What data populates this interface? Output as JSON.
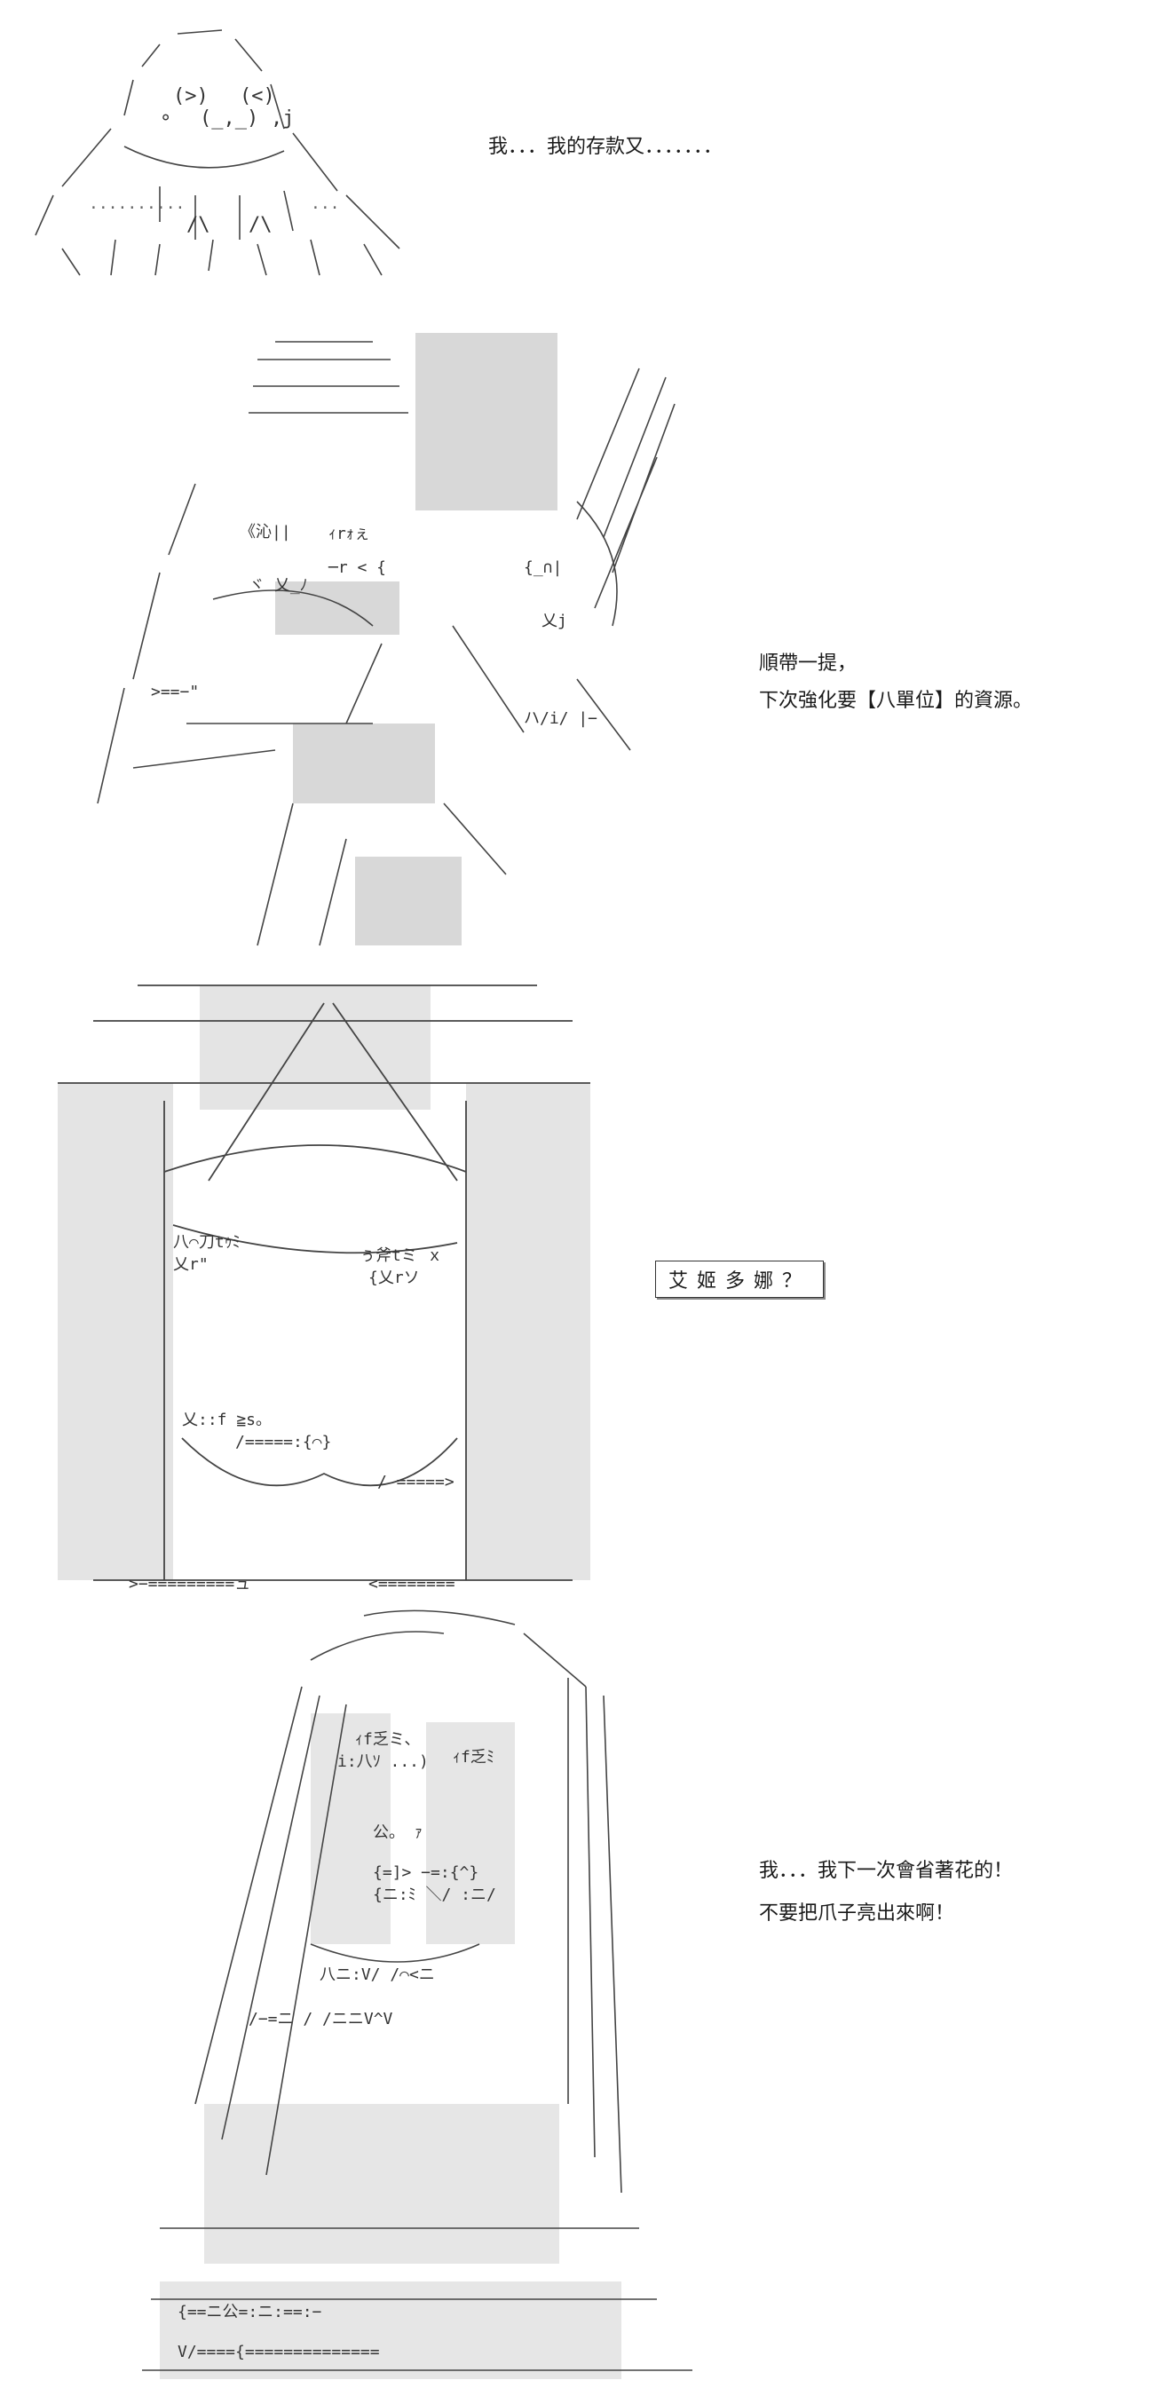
{
  "panels": [
    {
      "art_icon": "puppy-character-ascii-art-icon",
      "lines": [
        "我．．．我的存款又．．．．．．．"
      ]
    },
    {
      "art_icon": "armored-character-with-stack-ascii-art-icon",
      "lines": [
        "順帶一提，",
        "下次強化要【八單位】的資源。"
      ]
    },
    {
      "art_icon": "hooded-character-ascii-art-icon",
      "boxed_text": "艾姬多娜？"
    },
    {
      "art_icon": "long-haired-character-ascii-art-icon",
      "lines": [
        "我．．．我下一次會省著花的！",
        "不要把爪子亮出來啊！"
      ]
    }
  ]
}
